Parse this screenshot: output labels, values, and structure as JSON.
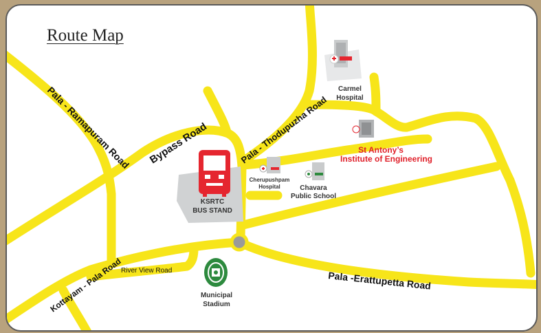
{
  "title": "Route Map",
  "colors": {
    "road": "#f7e51a",
    "frame_bg": "#ffffff",
    "bus": "#e5262f",
    "stadium": "#2d8a3e",
    "highlight": "#e0202a"
  },
  "roads": {
    "ramapuram": "Pala - Ramapuram Road",
    "bypass": "Bypass Road",
    "thodupuzha": "Pala - Thodupuzha Road",
    "kottayam": "Kottayam - Pala Road",
    "river_view": "River View Road",
    "erattupetta": "Pala -Erattupetta Road"
  },
  "places": {
    "bus_stand_line1": "KSRTC",
    "bus_stand_line2": "BUS STAND",
    "carmel_line1": "Carmel",
    "carmel_line2": "Hospital",
    "cherupushpam_line1": "Cherupushpam",
    "cherupushpam_line2": "Hospital",
    "chavara_line1": "Chavara",
    "chavara_line2": "Public School",
    "st_antony_line1": "St Antony’s",
    "st_antony_line2": "Institute of Engineering",
    "stadium_line1": "Municipal",
    "stadium_line2": "Stadium"
  },
  "icons": [
    "bus-icon",
    "hospital-icon",
    "school-icon",
    "stadium-icon",
    "roundabout-icon"
  ]
}
